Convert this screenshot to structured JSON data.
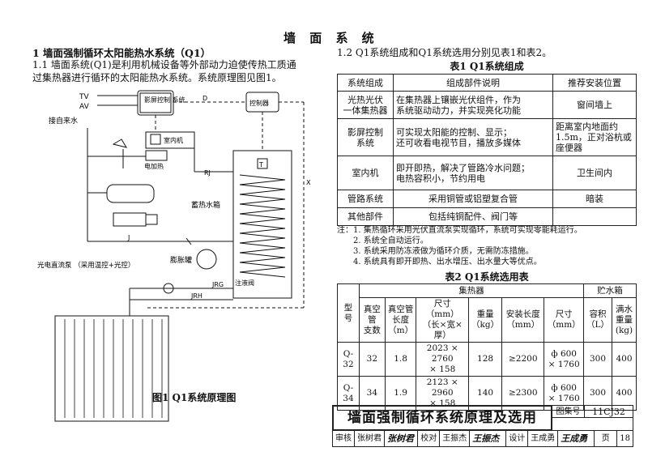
{
  "header": {
    "sheet_title": "墙 面 系 统"
  },
  "section1": {
    "heading": "1  墙面强制循环太阳能热水系统（Q1）",
    "para1_line1": "1.1 墙面系统(Q1)是利用机械设备等外部动力迫使传热工质通",
    "para1_line2": "过集热器进行循环的太阳能热水系统。系统原理图见图1。",
    "para2": "1.2 Q1系统组成和Q1系统选用分别见表1和表2。"
  },
  "table1": {
    "caption": "表1 Q1系统组成",
    "headers": [
      "系统组成",
      "组成部件说明",
      "推荐安装位置"
    ],
    "rows": [
      {
        "name": "光热光伏\n一体集热器",
        "desc": "在集热器上镶嵌光伏组件，作为\n系统驱动动力，并实现亮化功能",
        "pos": "窗间墙上"
      },
      {
        "name": "影屏控制\n系统",
        "desc": "可实现太阳能的控制、显示；\n还可收看电视节目，播放多媒体",
        "pos": "距离室内地面约\n1.5m，正对浴杭或\n座便器"
      },
      {
        "name": "室内机",
        "desc": "即开即热，解决了管路冷水问题；\n电热容积小，节约用电",
        "pos": "卫生间内"
      },
      {
        "name": "管路系统",
        "desc": "采用铜管或铝塑复合管",
        "pos": "暗装"
      },
      {
        "name": "其他部件",
        "desc": "包括纯铜配件、阀门等",
        "pos": ""
      }
    ]
  },
  "notes": {
    "label": "注：",
    "items": [
      "1.  集热循环采用光伏直流泵实现循环，系统可实现零能耗运行。",
      "2.  系统全自动运行。",
      "3.  系统采用防冻液做为循环介质，无需防冻措施。",
      "4.  系统具有即开即热、出水增压、出水量大等优点。"
    ]
  },
  "table2": {
    "caption": "表2 Q1系统选用表",
    "group_collector": "集热器",
    "group_tank": "贮水箱",
    "headers": {
      "model": "型号",
      "tubes": "真空管\n支数",
      "tube_len": "真空管\n长度\n（m）",
      "size": "尺寸（mm）\n（长×宽×厚）",
      "weight": "重量\n（kg）",
      "install_len": "安装长度\n（mm）",
      "tank_size": "尺寸\n（mm）",
      "volume": "容积\n（L）",
      "full_weight": "满水\n重量\n(kg)"
    },
    "rows": [
      {
        "model": "Q-32",
        "tubes": "32",
        "tube_len": "1.8",
        "size": "2023 × 2760\n× 158",
        "weight": "128",
        "install_len": "≥2200",
        "tank_size": "ф 600\n× 1760",
        "volume": "300",
        "full_weight": "400"
      },
      {
        "model": "Q-34",
        "tubes": "34",
        "tube_len": "1.9",
        "size": "2123 × 2960\n× 158",
        "weight": "140",
        "install_len": "≥2300",
        "tank_size": "ф 600\n× 1760",
        "volume": "300",
        "full_weight": "400"
      }
    ]
  },
  "diagram": {
    "caption": "图1  Q1系统原理图",
    "labels": {
      "tv": "TV",
      "av": "AV",
      "cold_water": "接自来水",
      "screen_ctrl": "影屏控制\n系统",
      "controller": "控制器",
      "indoor_unit": "室内机",
      "heater": "电加热",
      "tank": "蓄热水箱",
      "expansion": "膨胀罐",
      "pump": "光电直流泵\n（采用温控+光控）",
      "antifreeze": "注液阀",
      "rj": "RJ",
      "j": "J",
      "jrg": "JRG",
      "jrh": "JRH",
      "d": "D",
      "x": "X",
      "t": "T"
    }
  },
  "title_block": {
    "main_title": "墙面强制循环系统原理及选用",
    "atlas_label": "图集号",
    "atlas_no": "11CJ32",
    "review_label": "审核",
    "reviewer": "张树君",
    "reviewer_sig": "张树君",
    "check_label": "校对",
    "checker": "王振杰",
    "checker_sig": "王振杰",
    "design_label": "设计",
    "designer": "王成勇",
    "designer_sig": "王成勇",
    "page_label": "页",
    "page_no": "18"
  }
}
